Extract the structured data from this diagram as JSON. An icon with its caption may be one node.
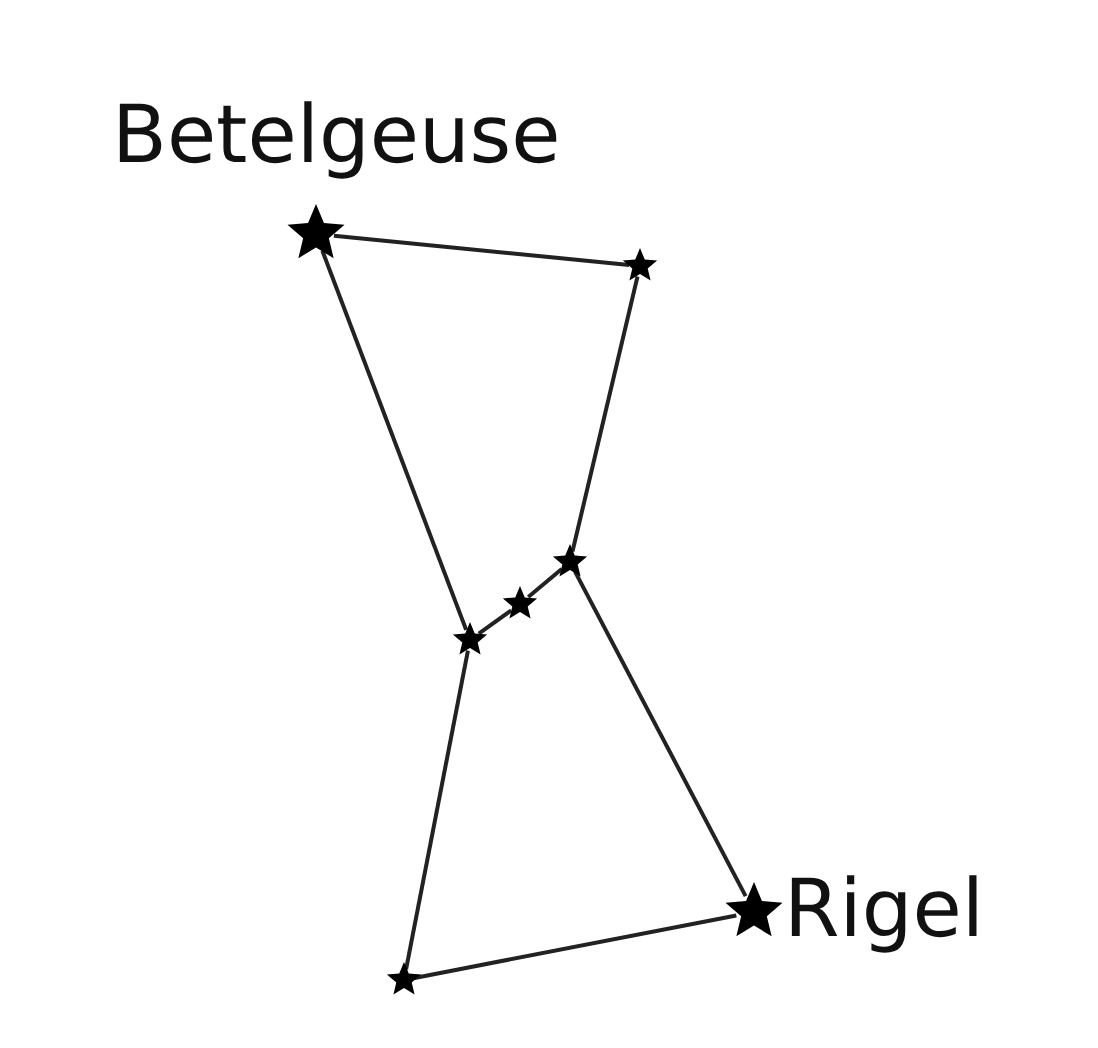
{
  "diagram": {
    "nodes": [
      {
        "text": [],
        "shape": "star",
        "beside": [
          "Betelgeuse"
        ]
      },
      {
        "text": [],
        "shape": "star"
      },
      {
        "text": [],
        "shape": "star"
      },
      {
        "text": [],
        "shape": "star"
      },
      {
        "text": [],
        "shape": "star"
      },
      {
        "text": [],
        "shape": "star",
        "beside": [
          "Rigel"
        ]
      },
      {
        "text": [],
        "shape": "star"
      }
    ],
    "edges": [
      {
        "from": 0,
        "to": 1,
        "arrow": "none"
      },
      {
        "from": 0,
        "to": 4,
        "arrow": "none"
      },
      {
        "from": 1,
        "to": 2,
        "arrow": "none"
      },
      {
        "from": 2,
        "to": 3,
        "arrow": "none"
      },
      {
        "from": 3,
        "to": 4,
        "arrow": "none"
      },
      {
        "from": 2,
        "to": 5,
        "arrow": "none"
      },
      {
        "from": 4,
        "to": 6,
        "arrow": "none"
      },
      {
        "from": 6,
        "to": 5,
        "arrow": "none"
      }
    ]
  }
}
